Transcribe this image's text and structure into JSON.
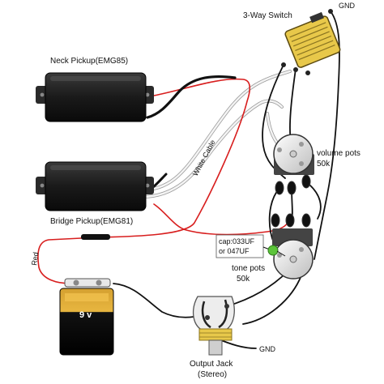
{
  "labels": {
    "switch": "3-Way Switch",
    "gnd_top": "GND",
    "neck_pickup": "Neck Pickup(EMG85)",
    "bridge_pickup": "Bridge Pickup(EMG81)",
    "white_cable": "White Cable",
    "volume_pots_line1": "volume pots",
    "volume_pots_line2": "50k",
    "cap_line1": "cap:033UF",
    "cap_line2": "or 047UF",
    "tone_pots_line1": "tone pots",
    "tone_pots_line2": "50k",
    "red_wire": "Red",
    "battery": "9 v",
    "gnd_bottom": "GND",
    "output_jack_line1": "Output Jack",
    "output_jack_line2": "(Stereo)"
  },
  "colors": {
    "wire_black": "#111111",
    "wire_white": "#e8e8e8",
    "wire_red": "#d81e1e",
    "switch_gold": "#e8c84a",
    "capacitor_green": "#5cc43a",
    "pickup_body": "#1c1c1c"
  }
}
